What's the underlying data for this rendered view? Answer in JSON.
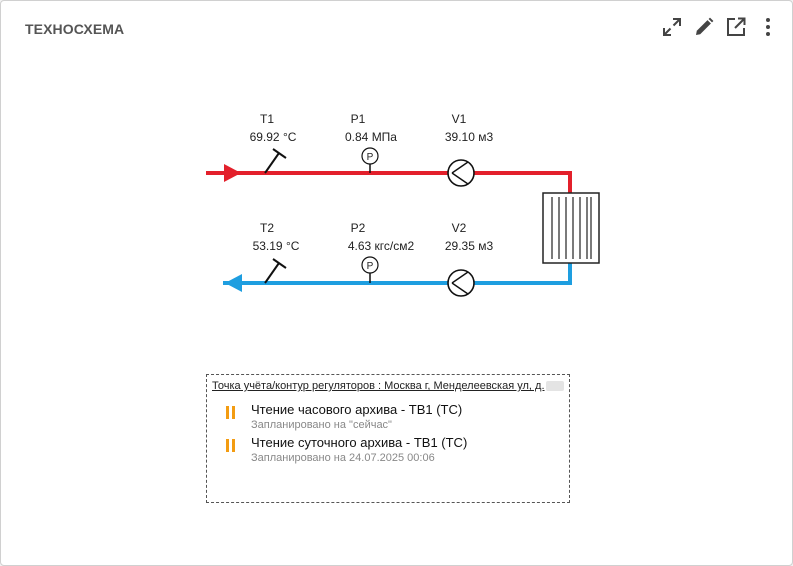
{
  "card": {
    "title": "ТЕХНОСХЕМА"
  },
  "toolbar": {
    "fullscreen_icon": "fullscreen-icon",
    "edit_icon": "pencil-icon",
    "open_icon": "open-in-new-icon",
    "menu_icon": "more-vertical-icon"
  },
  "scheme": {
    "supply_color": "#e3202b",
    "return_color": "#1e9ee0",
    "sensors_supply": [
      {
        "label": "T1",
        "value": "69.92 °C"
      },
      {
        "label": "P1",
        "value": "0.84 МПа"
      },
      {
        "label": "V1",
        "value": "39.10 м3"
      }
    ],
    "sensors_return": [
      {
        "label": "T2",
        "value": "53.19 °C"
      },
      {
        "label": "P2",
        "value": "4.63 кгс/см2"
      },
      {
        "label": "V2",
        "value": "29.35 м3"
      }
    ],
    "pressure_gauge_glyph": "P"
  },
  "tasks": {
    "header": "Точка учёта/контур регуляторов : Москва г, Менделеевская ул, д.",
    "status_color": "#f39c12",
    "items": [
      {
        "name": "Чтение часового архива - ТВ1 (ТС)",
        "schedule": "Запланировано на \"сейчас\""
      },
      {
        "name": "Чтение суточного архива - ТВ1 (ТС)",
        "schedule": "Запланировано на 24.07.2025 00:06"
      }
    ]
  }
}
